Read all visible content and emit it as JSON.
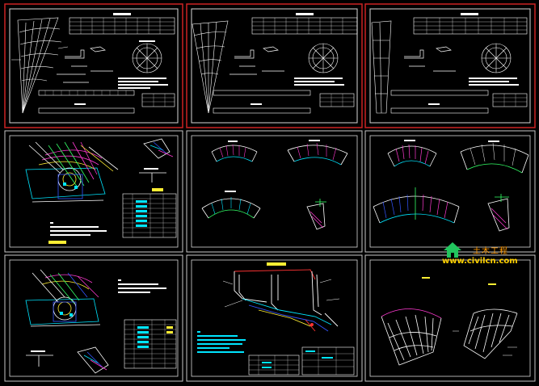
{
  "watermark": {
    "cn_text": "土木工程",
    "url_text": "www.civilcn.com",
    "colors": {
      "text_cn": "#ff9900",
      "text_url": "#ffd000",
      "house": "#22c55e"
    }
  },
  "colors": {
    "background": "#000000",
    "frame_highlight": "#cc2222",
    "frame_normal": "#c8c8c8",
    "line_white": "#ffffff",
    "line_cyan": "#00e5ff",
    "line_magenta": "#ff3ad1",
    "line_yellow": "#ffee33",
    "line_green": "#33ff66",
    "line_red": "#ff3333",
    "line_blue": "#3355ff"
  },
  "sheets": [
    {
      "id": "sheet-1",
      "selected": true
    },
    {
      "id": "sheet-2",
      "selected": true
    },
    {
      "id": "sheet-3",
      "selected": true
    },
    {
      "id": "sheet-4",
      "selected": false
    },
    {
      "id": "sheet-5",
      "selected": false
    },
    {
      "id": "sheet-6",
      "selected": false
    },
    {
      "id": "sheet-7",
      "selected": false
    },
    {
      "id": "sheet-8",
      "selected": false
    },
    {
      "id": "sheet-9",
      "selected": false
    }
  ]
}
